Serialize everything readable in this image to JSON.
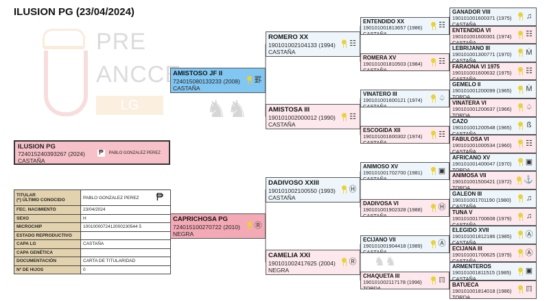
{
  "title": "ILUSION PG (23/04/2024)",
  "watermark": {
    "line1": "PRE",
    "line2": "ANCCE",
    "line3": "LG"
  },
  "subject": {
    "name": "ILUSION PG",
    "id": "724015240393267 (2024)",
    "color": "CASTAÑA",
    "owner": "PABLO GONZALEZ PEREZ",
    "brand_icon": "pg-brand-icon"
  },
  "info": [
    {
      "label": "TITULAR\n(*) ÚLTIMO CONOCIDO",
      "value": "PABLO GONZALEZ PEREZ"
    },
    {
      "label": "FEC. NACIMIENTO",
      "value": "23/04/2024"
    },
    {
      "label": "SEXO",
      "value": "H"
    },
    {
      "label": "MICROCHIP",
      "value": "1001000072412000230544 5"
    },
    {
      "label": "ESTADO REPRODUCTIVO",
      "value": ""
    },
    {
      "label": "CAPA LG",
      "value": "CASTAÑA"
    },
    {
      "label": "CAPA GENÉTICA",
      "value": ""
    },
    {
      "label": "DOCUMENTACIÓN",
      "value": "CARTA DE TITULARIDAD"
    },
    {
      "label": "Nº DE HIJOS",
      "value": "0"
    }
  ],
  "gen1": [
    {
      "name": "AMISTOSO JF II",
      "id": "724015080133233 (2008)",
      "color": "CASTAÑA",
      "brand": "jf-brand"
    },
    {
      "name": "CAPRICHOSA PG",
      "id": "724015100270722 (2010)",
      "color": "NEGRA",
      "brand": "circle-r-brand"
    }
  ],
  "gen2": [
    {
      "name": "ROMERO XX",
      "id": "190101002104133 (1994)",
      "color": "CASTAÑA",
      "brand": "ladder-brand"
    },
    {
      "name": "AMISTOSA III",
      "id": "190101002000012 (1990)",
      "color": "CASTAÑA",
      "brand": "ladder-brand"
    },
    {
      "name": "DADIVOSO XXIII",
      "id": "190101002100550 (1993)",
      "color": "CASTAÑA",
      "brand": "circle-h-brand"
    },
    {
      "name": "CAMELIA XXI",
      "id": "190101002417625 (2004)",
      "color": "NEGRA",
      "brand": "circle-r-brand"
    }
  ],
  "gen3": [
    {
      "name": "ENTENDIDO XX",
      "id": "190101001813657 (1986)",
      "color": "CASTAÑA",
      "brand": "ladder-brand"
    },
    {
      "name": "ROMERA XV",
      "id": "190101001810503 (1984)",
      "color": "CASTAÑA",
      "brand": "ladder-brand"
    },
    {
      "name": "VINATERO III",
      "id": "190101001600121 (1974)",
      "color": "CASTAÑA",
      "brand": "a-crown-brand"
    },
    {
      "name": "ESCOGIDA XII",
      "id": "190101001600302 (1974)",
      "color": "CASTAÑA",
      "brand": "ladder-brand"
    },
    {
      "name": "ANIMOSO XV",
      "id": "190101001702700 (1981)",
      "color": "CASTAÑA",
      "brand": "square-brand"
    },
    {
      "name": "DADIVOSA VI",
      "id": "190101001902328 (1988)",
      "color": "CASTAÑA",
      "brand": "circle-h-brand"
    },
    {
      "name": "ECIJANO VII",
      "id": "190101001904418 (1989)",
      "color": "CASTAÑA",
      "brand": "circle-a-brand"
    },
    {
      "name": "CHAQUETA III",
      "id": "190101002117178 (1996)",
      "color": "TORDA",
      "brand": "jm-brand"
    }
  ],
  "gen4": [
    {
      "name": "GANADOR VIII",
      "id": "190101001600371 (1975)",
      "color": "CASTAÑA",
      "brand": "circle-note-brand"
    },
    {
      "name": "ENTENDIDA VI",
      "id": "190101001600301 (1974)",
      "color": "CASTAÑA",
      "brand": "ladder-brand"
    },
    {
      "name": "LEBRIJANO III",
      "id": "190101001300771 (1970)",
      "color": "CASTAÑA",
      "brand": "m-brand"
    },
    {
      "name": "FARAONA VI 1975",
      "id": "190101001600632 (1975)",
      "color": "CASTAÑA",
      "brand": "ladder-brand"
    },
    {
      "name": "GEMELO II",
      "id": "190101001200099 (1965)",
      "color": "TORDA",
      "brand": "m-brand"
    },
    {
      "name": "VINATERA VI",
      "id": "190101001200637 (1966)",
      "color": "TORDA",
      "brand": "a-crown-brand"
    },
    {
      "name": "CAZO",
      "id": "190101001200548 (1965)",
      "color": "CASTAÑA",
      "brand": "script-b-brand"
    },
    {
      "name": "FABULOSA VI",
      "id": "190101001000534 (1960)",
      "color": "CASTAÑA",
      "brand": "ladder-brand"
    },
    {
      "name": "AFRICANO XV",
      "id": "190101001400047 (1970)",
      "color": "TORDA",
      "brand": "square-brand"
    },
    {
      "name": "ANIMOSA VII",
      "id": "190101001500421 (1972)",
      "color": "TORDA",
      "brand": "anchor-brand"
    },
    {
      "name": "GALEON III",
      "id": "190101001701190 (1980)",
      "color": "CASTAÑA",
      "brand": "circle-note-brand"
    },
    {
      "name": "TUNA V",
      "id": "190101001700608 (1979)",
      "color": "CASTAÑA",
      "brand": "circle-note-brand"
    },
    {
      "name": "ELEGIDO XVII",
      "id": "190101001812186 (1985)",
      "color": "CASTAÑA",
      "brand": "circle-a-brand"
    },
    {
      "name": "ECIJANA III",
      "id": "190101001700625 (1979)",
      "color": "CASTAÑA",
      "brand": "circle-a-brand"
    },
    {
      "name": "ARMENTEROS",
      "id": "190101001811515 (1985)",
      "color": "CASTAÑA",
      "brand": "square-brand"
    },
    {
      "name": "BATUECA",
      "id": "190101001814018 (1986)",
      "color": "TORDA",
      "brand": "jm-brand"
    }
  ]
}
